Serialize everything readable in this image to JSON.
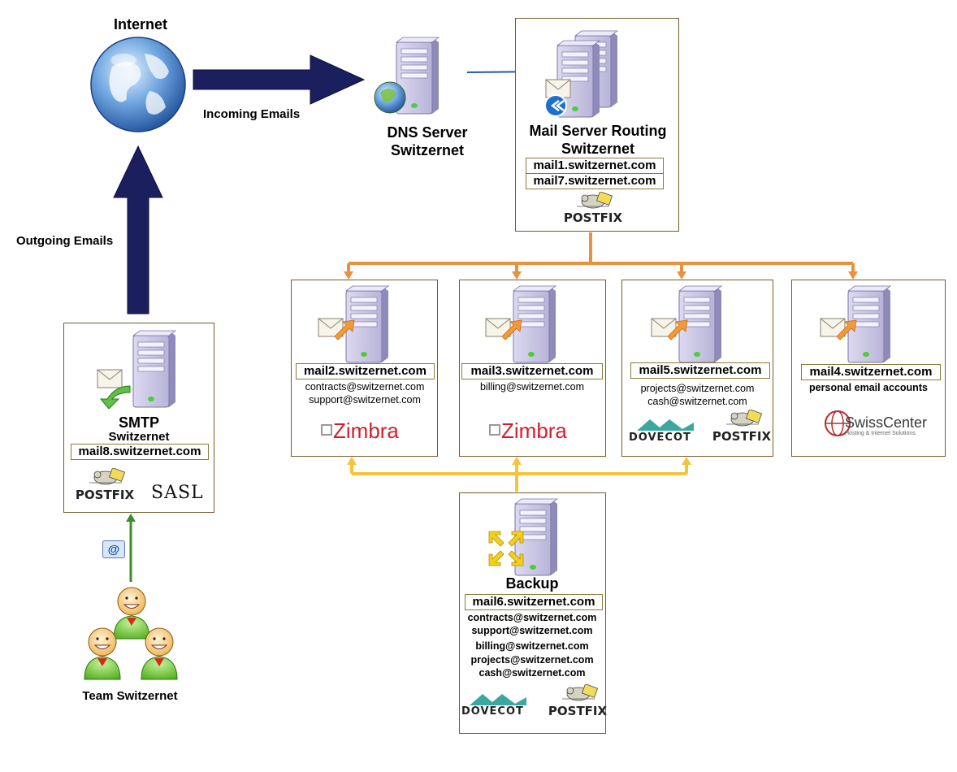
{
  "colors": {
    "arrow_navy": "#1c1f5e",
    "orange_link": "#e8913f",
    "yellow_link": "#f5c43a",
    "green_link": "#3d8c2a",
    "blue_link": "#1f5ab5",
    "box_border": "#7a5a2a"
  },
  "internet": {
    "title": "Internet",
    "icon": "globe-icon"
  },
  "labels": {
    "incoming": "Incoming Emails",
    "outgoing": "Outgoing Emails"
  },
  "dns": {
    "line1": "DNS Server",
    "line2": "Switzernet",
    "icon": "server-globe-icon"
  },
  "routing": {
    "line1": "Mail Server Routing",
    "line2": "Switzernet",
    "hosts": [
      "mail1.switzernet.com",
      "mail7.switzernet.com"
    ],
    "logo": "POSTFIX"
  },
  "smtp": {
    "title": "SMTP",
    "subtitle": "Switzernet",
    "host": "mail8.switzernet.com",
    "logos": [
      "POSTFIX",
      "SASL"
    ]
  },
  "team": {
    "label": "Team Switzernet",
    "icon": "users-icon"
  },
  "servers": [
    {
      "host": "mail2.switzernet.com",
      "lines": [
        "contracts@switzernet.com",
        "support@switzernet.com"
      ],
      "logos": [
        "Zimbra"
      ]
    },
    {
      "host": "mail3.switzernet.com",
      "lines": [
        "billing@switzernet.com"
      ],
      "logos": [
        "Zimbra"
      ]
    },
    {
      "host": "mail5.switzernet.com",
      "lines": [
        "projects@switzernet.com",
        "cash@switzernet.com"
      ],
      "logos": [
        "DOVECOT",
        "POSTFIX"
      ]
    },
    {
      "host": "mail4.switzernet.com",
      "lines": [
        "personal email accounts"
      ],
      "logos": [
        "SwissCenter"
      ]
    }
  ],
  "backup": {
    "title": "Backup",
    "host": "mail6.switzernet.com",
    "lines": [
      "contracts@switzernet.com",
      "support@switzernet.com",
      "billing@switzernet.com",
      "projects@switzernet.com",
      "cash@switzernet.com"
    ],
    "logos": [
      "DOVECOT",
      "POSTFIX"
    ]
  },
  "logo_sub": {
    "swisscenter": "Hosting & Internet Solutions"
  }
}
